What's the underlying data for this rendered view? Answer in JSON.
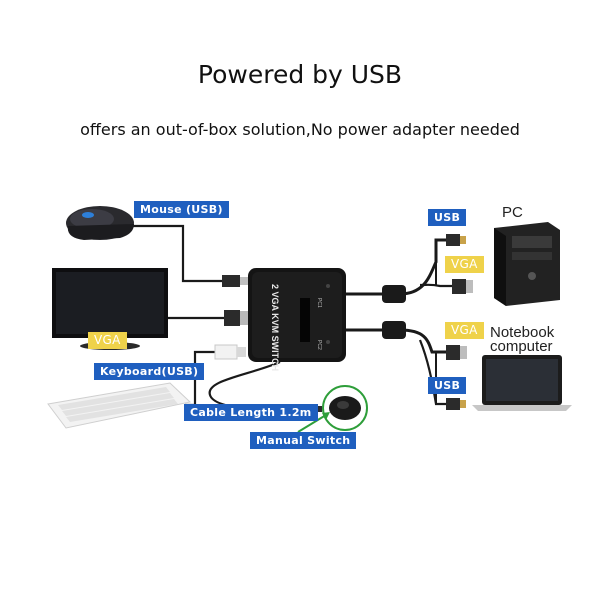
{
  "headline": "Powered by USB",
  "subline": "offers an out-of-box solution,No power adapter needed",
  "labels": {
    "mouse_usb": "Mouse (USB)",
    "keyboard_usb": "Keyboard(USB)",
    "vga_monitor": "VGA",
    "cable_length": "Cable Length 1.2m",
    "manual_switch": "Manual Switch",
    "pc": "PC",
    "pc_usb": "USB",
    "pc_vga": "VGA",
    "notebook": "Notebook computer",
    "notebook_vga": "VGA",
    "notebook_usb": "USB"
  },
  "device_text": {
    "switch_name": "2 VGA KVM SWITCH",
    "port_1": "PC1",
    "port_2": "PC2"
  },
  "colors": {
    "tag_blue": "#1f5fbf",
    "tag_yellow": "#efd24a",
    "cable": "#1a1a1a",
    "arrow_green": "#2e9e3a"
  }
}
